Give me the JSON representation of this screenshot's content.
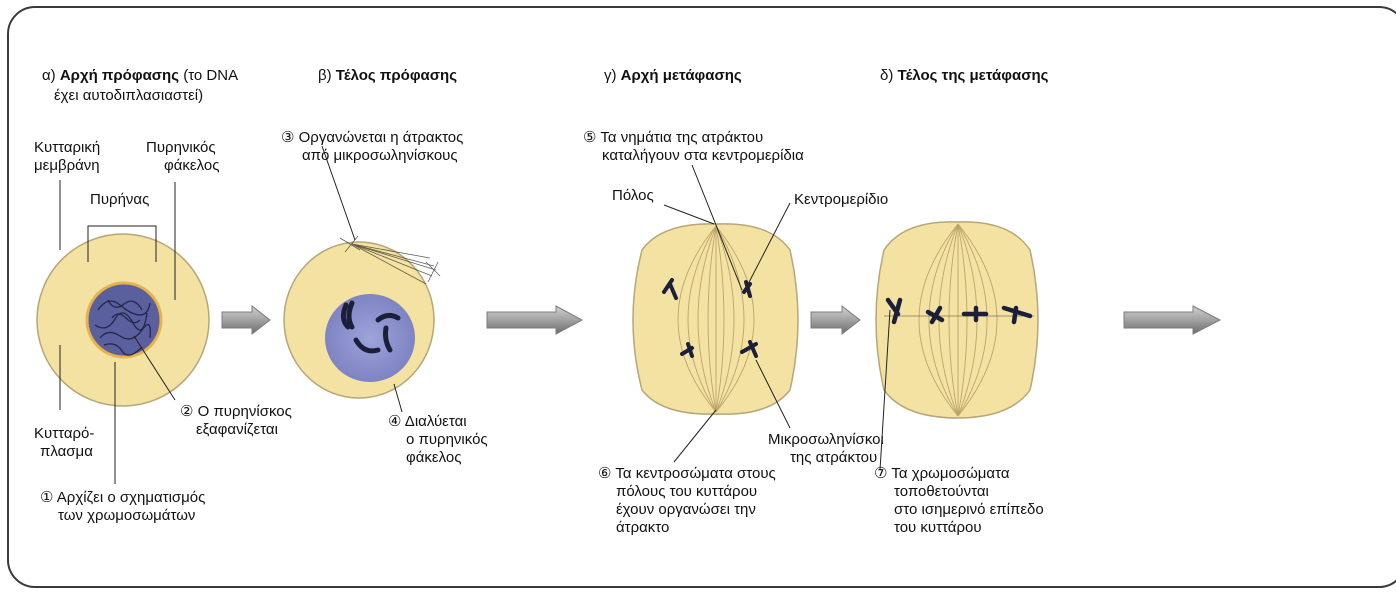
{
  "stages": [
    {
      "letter": "α)",
      "title": "Αρχή πρόφασης",
      "note_line1": "(το DNA",
      "note_line2": "έχει αυτοδιπλασιαστεί)"
    },
    {
      "letter": "β)",
      "title": "Τέλος πρόφασης"
    },
    {
      "letter": "γ)",
      "title": "Αρχή μετάφασης"
    },
    {
      "letter": "δ)",
      "title": "Τέλος της μετάφασης"
    }
  ],
  "labels": {
    "membrane_1": "Κυτταρική",
    "membrane_2": "μεμβράνη",
    "envelope_1": "Πυρηνικός",
    "envelope_2": "φάκελος",
    "nucleus": "Πυρήνας",
    "cytoplasm_1": "Κυτταρό-",
    "cytoplasm_2": "πλασμα",
    "pole": "Πόλος",
    "centromere": "Κεντρομερίδιο",
    "microtubules_1": "Μικροσωληνίσκοι",
    "microtubules_2": "της ατράκτου"
  },
  "steps": [
    {
      "num": "①",
      "line1": "Αρχίζει ο σχηματισμός",
      "line2": "των χρωμοσωμάτων"
    },
    {
      "num": "②",
      "line1": "Ο πυρηνίσκος",
      "line2": "εξαφανίζεται"
    },
    {
      "num": "③",
      "line1": "Οργανώνεται η άτρακτος",
      "line2": "από μικροσωληνίσκους"
    },
    {
      "num": "④",
      "line1": "Διαλύεται",
      "line2": "ο πυρηνικός",
      "line3": "φάκελος"
    },
    {
      "num": "⑤",
      "line1": "Τα νημάτια της ατράκτου",
      "line2": "καταλήγουν στα κεντρομερίδια"
    },
    {
      "num": "⑥",
      "line1": "Τα κεντροσώματα στους",
      "line2": "πόλους του κυττάρου",
      "line3": "έχουν οργανώσει την",
      "line4": "άτρακτο"
    },
    {
      "num": "⑦",
      "line1": "Τα χρωμοσώματα",
      "line2": "τοποθετούνται",
      "line3": "στο ισημερινό επίπεδο",
      "line4": "του κυττάρου"
    }
  ],
  "colors": {
    "cytoplasm": "#f3e2a2",
    "cell_outline": "#b0a070",
    "nucleus": "#8f94cf",
    "chromosome": "#1c1f3a",
    "arrow": "#9a9a9a",
    "frame": "#3a3a3a"
  }
}
